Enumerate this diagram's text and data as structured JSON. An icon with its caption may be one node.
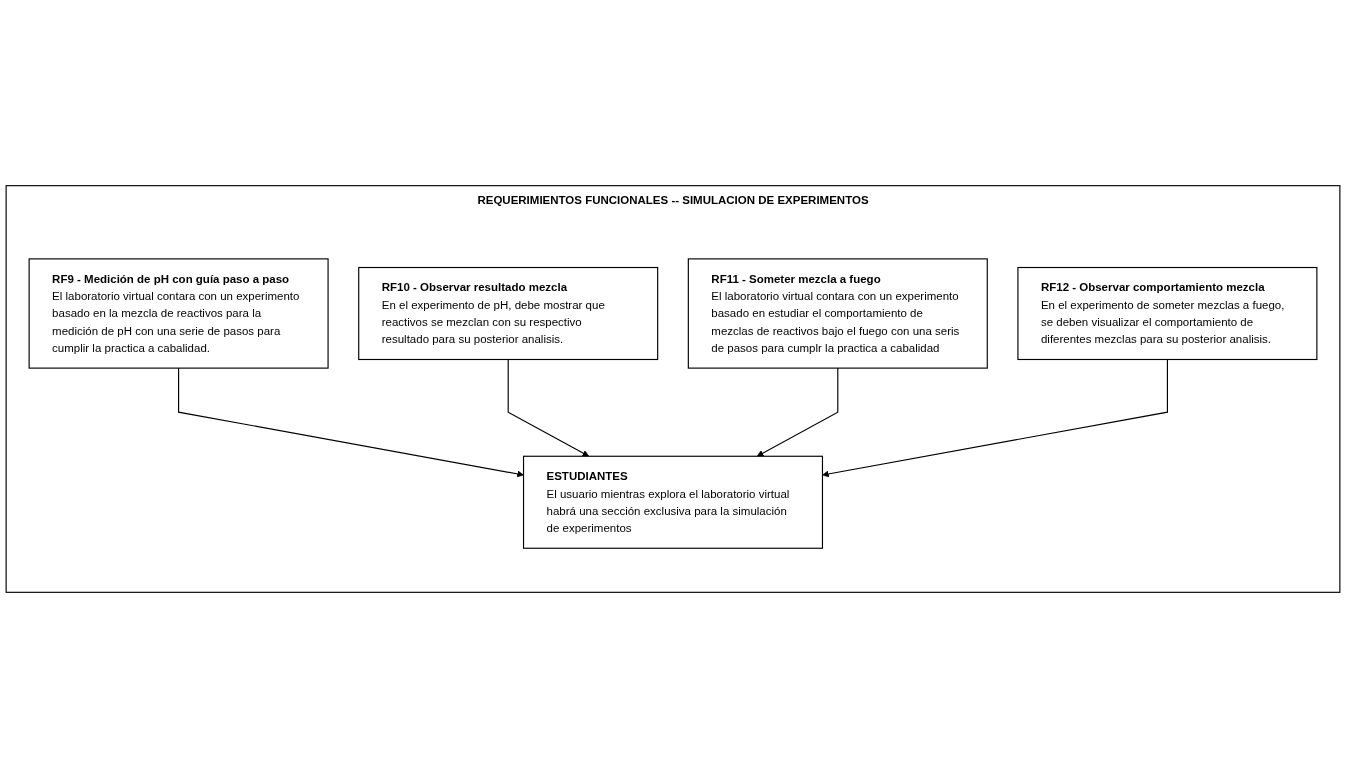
{
  "diagram": {
    "nodes": [
      {
        "text": [
          "REQUERIMIENTOS FUNCIONALES -- SIMULACION DE EXPERIMENTOS"
        ]
      },
      {
        "text": [
          "RF9 - Medición de pH con guía paso a paso",
          "El laboratorio virtual contara con un experimento basado en la mezcla de reactivos para la medición de pH con una serie de pasos para cumplir la practica a cabalidad."
        ],
        "in": 0
      },
      {
        "text": [
          "ESTUDIANTES",
          "El usuario mientras explora el laboratorio virtual habrá una sección exclusiva para la simulación de experimentos"
        ],
        "in": 0
      },
      {
        "text": [
          "RF10 - Observar resultado mezcla",
          "En el experimento de pH, debe mostrar que reactivos se mezclan con su respectivo resultado para su posterior analisis."
        ],
        "in": 0
      },
      {
        "text": [
          "RF11 - Someter mezcla a fuego",
          "El laboratorio virtual contara con un experimento basado en estudiar el comportamiento de mezclas de reactivos bajo el fuego con una seris de pasos para cumplr la practica a cabalidad"
        ],
        "in": 0
      },
      {
        "text": [
          "RF12 - Observar comportamiento mezcla",
          "En el experimento de someter mezclas a fuego, se deben visualizar el comportamiento de diferentes mezclas para su posterior analisis."
        ],
        "in": 0
      }
    ],
    "edges": [
      {
        "from": 1,
        "to": 2,
        "arrow": "to"
      },
      {
        "from": 3,
        "to": 2,
        "arrow": "to"
      },
      {
        "from": 4,
        "to": 2,
        "arrow": "to"
      },
      {
        "from": 5,
        "to": 2,
        "arrow": "to"
      }
    ]
  }
}
